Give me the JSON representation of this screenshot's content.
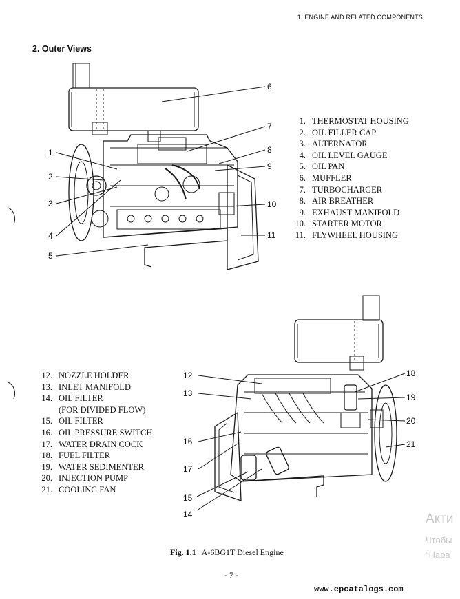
{
  "header": {
    "section_label": "1.  ENGINE AND RELATED COMPONENTS"
  },
  "section_title": "2.  Outer Views",
  "legend_top": [
    {
      "num": "1.",
      "label": "THERMOSTAT HOUSING"
    },
    {
      "num": "2.",
      "label": "OIL FILLER CAP"
    },
    {
      "num": "3.",
      "label": "ALTERNATOR"
    },
    {
      "num": "4.",
      "label": "OIL LEVEL GAUGE"
    },
    {
      "num": "5.",
      "label": "OIL PAN"
    },
    {
      "num": "6.",
      "label": "MUFFLER"
    },
    {
      "num": "7.",
      "label": "TURBOCHARGER"
    },
    {
      "num": "8.",
      "label": "AIR BREATHER"
    },
    {
      "num": "9.",
      "label": "EXHAUST MANIFOLD"
    },
    {
      "num": "10.",
      "label": "STARTER MOTOR"
    },
    {
      "num": "11.",
      "label": "FLYWHEEL HOUSING"
    }
  ],
  "legend_bottom": [
    {
      "num": "12.",
      "label": "NOZZLE HOLDER"
    },
    {
      "num": "13.",
      "label": "INLET MANIFOLD"
    },
    {
      "num": "14.",
      "label": "OIL FILTER"
    },
    {
      "num": "",
      "label": "(FOR DIVIDED FLOW)"
    },
    {
      "num": "15.",
      "label": "OIL FILTER"
    },
    {
      "num": "16.",
      "label": "OIL PRESSURE SWITCH"
    },
    {
      "num": "17.",
      "label": "WATER DRAIN COCK"
    },
    {
      "num": "18.",
      "label": "FUEL FILTER"
    },
    {
      "num": "19.",
      "label": "WATER SEDIMENTER"
    },
    {
      "num": "20.",
      "label": "INJECTION PUMP"
    },
    {
      "num": "21.",
      "label": "COOLING FAN"
    }
  ],
  "callouts_top": [
    "1",
    "2",
    "3",
    "4",
    "5",
    "6",
    "7",
    "8",
    "9",
    "10",
    "11"
  ],
  "callouts_bottom": [
    "12",
    "13",
    "14",
    "15",
    "16",
    "17",
    "18",
    "19",
    "20",
    "21"
  ],
  "caption": {
    "fig": "Fig. 1.1",
    "text": "A-6BG1T Diesel Engine"
  },
  "page_number": "- 7 -",
  "watermark": "www.epcatalogs.com",
  "overlay": {
    "line1": "Акти",
    "line2": "Чтобы",
    "line3": "\"Пара"
  }
}
